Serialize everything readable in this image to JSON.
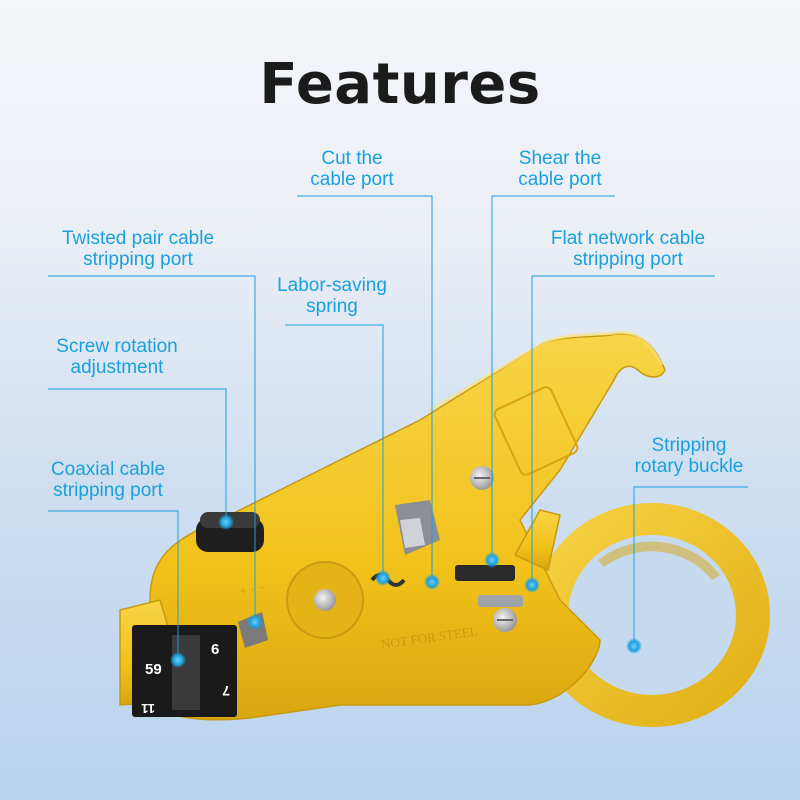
{
  "title": "Features",
  "labels": {
    "cut_port": {
      "line1": "Cut the",
      "line2": "cable port"
    },
    "shear_port": {
      "line1": "Shear the",
      "line2": "cable port"
    },
    "twisted_pair": {
      "line1": "Twisted pair cable",
      "line2": "stripping port"
    },
    "flat_network": {
      "line1": "Flat network cable",
      "line2": "stripping port"
    },
    "spring": {
      "line1": "Labor-saving",
      "line2": "spring"
    },
    "screw": {
      "line1": "Screw rotation",
      "line2": "adjustment"
    },
    "coaxial": {
      "line1": "Coaxial cable",
      "line2": "stripping port"
    },
    "buckle": {
      "line1": "Stripping",
      "line2": "rotary buckle"
    }
  },
  "tool": {
    "blade_numbers": [
      "59",
      "6",
      "7",
      "11"
    ],
    "embossed_text": "NOT FOR STEEL",
    "embossed_marks": "+ - -"
  },
  "colors": {
    "accent": "#1aa0dc",
    "tool_yellow": "#f2c21b",
    "title": "#1b1b1b"
  }
}
